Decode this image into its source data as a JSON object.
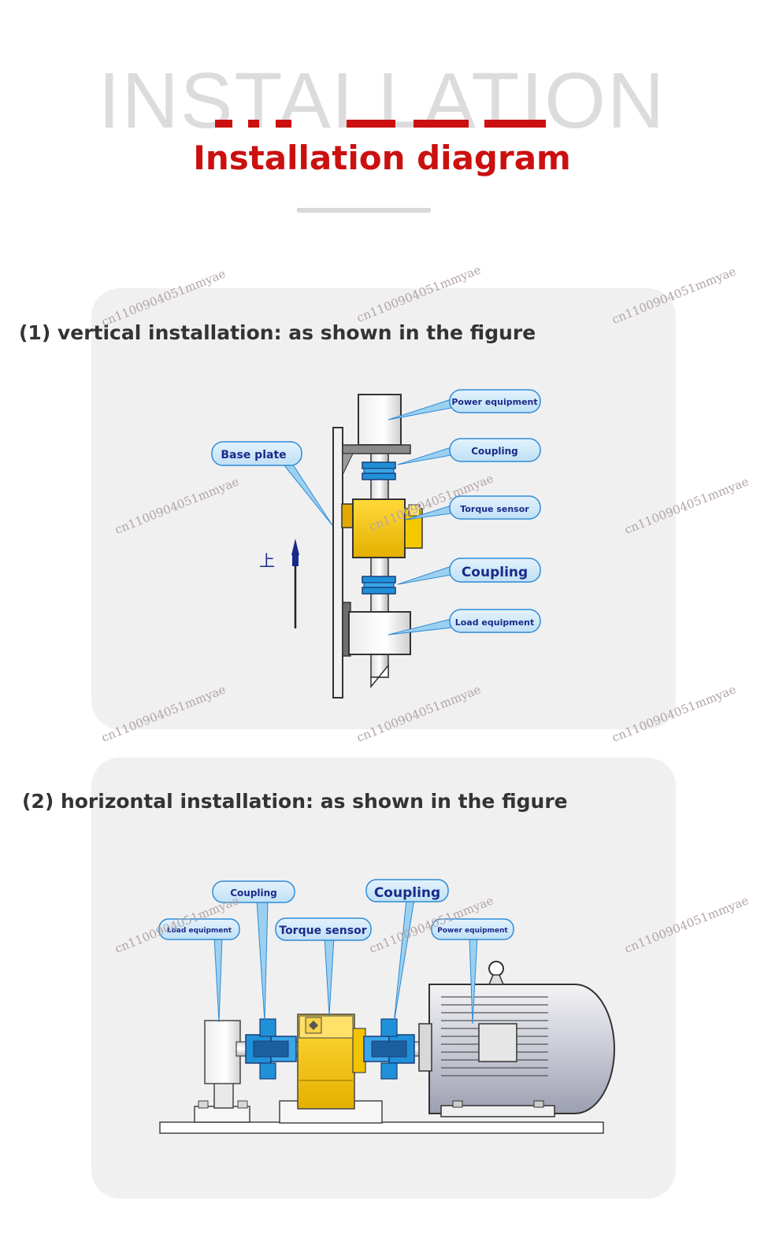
{
  "header": {
    "watermark_word": "INSTALLATION",
    "title": "Installation diagram",
    "accent_color": "#cc1010"
  },
  "vertical": {
    "title": "(1) vertical installation: as shown in the figure",
    "labels": {
      "power_equipment": "Power equipment",
      "coupling_top": "Coupling",
      "torque_sensor": "Torque sensor",
      "coupling_bottom": "Coupling",
      "load_equipment": "Load equipment",
      "base_plate": "Base plate"
    },
    "up_marker": "上"
  },
  "horizontal": {
    "title": "(2) horizontal installation: as shown in the figure",
    "labels": {
      "load_equipment": "Load equipment",
      "coupling_left": "Coupling",
      "torque_sensor": "Torque sensor",
      "coupling_right": "Coupling",
      "power_equipment": "Power equipment"
    }
  },
  "watermark_text": "cn1100904051mmyae",
  "colors": {
    "label_fill": "#cfe7f7",
    "label_stroke": "#2e8bd6",
    "label_text": "#1b2a8a",
    "sensor_yellow": "#f2c300",
    "coupling_blue": "#2090d8"
  }
}
